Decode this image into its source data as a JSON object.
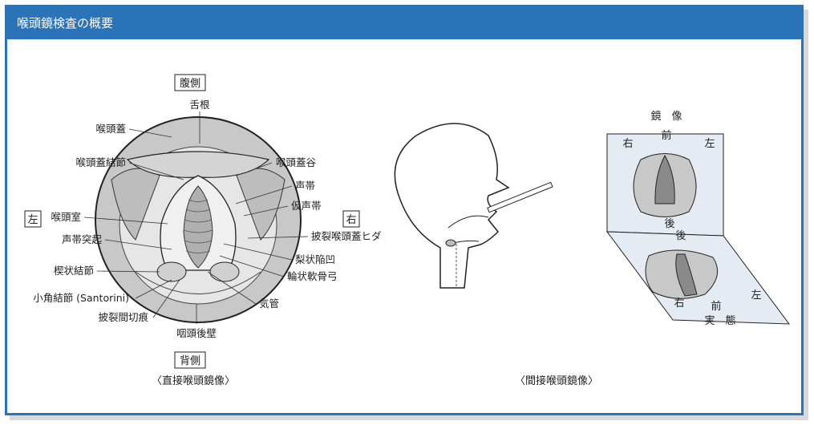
{
  "header": {
    "title": "喉頭鏡検査の概要"
  },
  "direct": {
    "caption": "〈直接喉頭鏡像〉",
    "top_box": "腹側",
    "bottom_box": "背側",
    "left_box": "左",
    "right_box": "右",
    "labels": {
      "tongue_root": "舌根",
      "epiglottis": "喉頭蓋",
      "epiglottic_tubercle": "喉頭蓋結節",
      "ventricle": "喉頭室",
      "vocal_process": "声帯突起",
      "cuneiform": "楔状結節",
      "corniculate": "小角結節 (Santorini)",
      "interarytenoid": "披裂間切痕",
      "vallecula": "喉頭蓋谷",
      "vocal_cord": "声帯",
      "false_cord": "仮声帯",
      "aryepiglottic": "披裂喉頭蓋ヒダ",
      "piriform": "梨状陥凹",
      "cricoid": "輪状軟骨弓",
      "trachea": "気管",
      "posterior_wall": "咽頭後壁"
    }
  },
  "indirect": {
    "caption": "〈間接喉頭鏡像〉",
    "mirror_title": "鏡　像",
    "mirror_front": "前",
    "mirror_right": "右",
    "mirror_left": "左",
    "mirror_back": "後",
    "real_back": "後",
    "real_right": "右",
    "real_left": "左",
    "real_front": "前",
    "real_title": "実　態"
  },
  "colors": {
    "frame": "#2a73b8",
    "tissue": "#c8c8c8",
    "dark": "#8a8a8a"
  }
}
